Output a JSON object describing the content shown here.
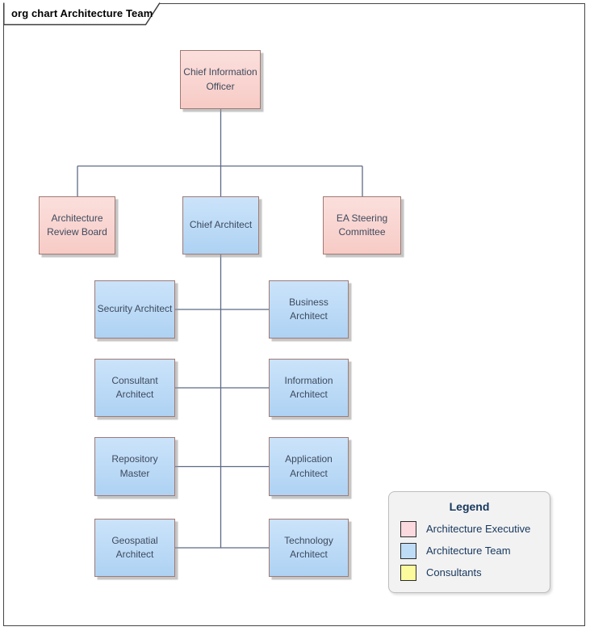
{
  "diagram": {
    "title": "org chart Architecture Team"
  },
  "nodes": {
    "cio": {
      "label": "Chief Information Officer",
      "category": "Architecture Executive"
    },
    "arb": {
      "label": "Architecture Review Board",
      "category": "Architecture Executive"
    },
    "chief": {
      "label": "Chief Architect",
      "category": "Architecture Team"
    },
    "easc": {
      "label": "EA Steering Committee",
      "category": "Architecture Executive"
    },
    "security": {
      "label": "Security Architect",
      "category": "Architecture Team"
    },
    "business": {
      "label": "Business Architect",
      "category": "Architecture Team"
    },
    "consultant": {
      "label": "Consultant Architect",
      "category": "Architecture Team"
    },
    "information": {
      "label": "Information Architect",
      "category": "Architecture Team"
    },
    "repository": {
      "label": "Repository Master",
      "category": "Architecture Team"
    },
    "application": {
      "label": "Application Architect",
      "category": "Architecture Team"
    },
    "geospatial": {
      "label": "Geospatial Architect",
      "category": "Architecture Team"
    },
    "technology": {
      "label": "Technology Architect",
      "category": "Architecture Team"
    }
  },
  "legend": {
    "title": "Legend",
    "items": [
      {
        "label": "Architecture Executive",
        "color": "#FBD9DE"
      },
      {
        "label": "Architecture Team",
        "color": "#BFDCF7"
      },
      {
        "label": "Consultants",
        "color": "#FBFA9D"
      }
    ]
  },
  "colors": {
    "executive_fill": "#F8CFCA",
    "team_fill": "#BFDCF7",
    "consultant_fill": "#FBFA9D",
    "node_border": "#A07A74",
    "connector": "#5E6A87",
    "legend_text": "#17375E"
  }
}
